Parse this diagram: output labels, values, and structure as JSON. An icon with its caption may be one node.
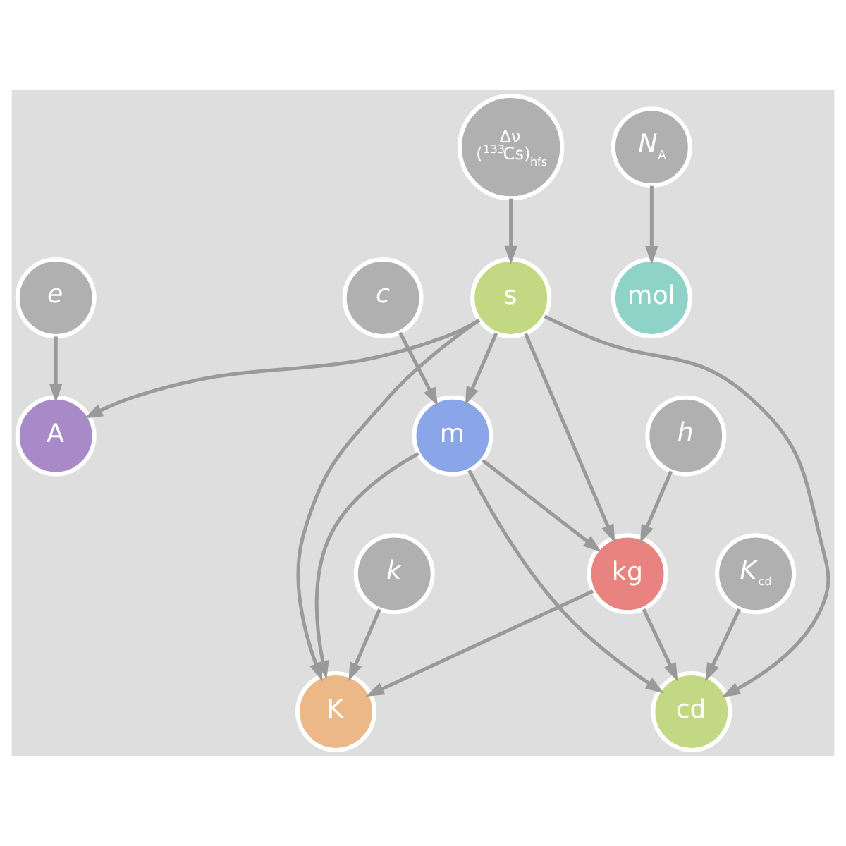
{
  "diagram": {
    "nodes": [
      {
        "text": [
          "Δν ($^{133}$Cs)$_{hfs}$"
        ]
      },
      {
        "text": [
          "e"
        ]
      },
      {
        "text": [
          "N$_{A}$"
        ]
      },
      {
        "text": [
          "s"
        ]
      },
      {
        "text": [
          "A"
        ]
      },
      {
        "text": [
          "mol"
        ]
      },
      {
        "text": [
          "m"
        ]
      },
      {
        "text": [
          "kg"
        ]
      },
      {
        "text": [
          "c"
        ]
      },
      {
        "text": [
          "h"
        ]
      },
      {
        "text": [
          "K"
        ]
      },
      {
        "text": [
          "cd"
        ]
      },
      {
        "text": [
          "k"
        ]
      },
      {
        "text": [
          "K$_{cd}$"
        ]
      }
    ],
    "edges": [
      {
        "from": 0,
        "to": 3,
        "arrow": "to"
      },
      {
        "from": 1,
        "to": 4,
        "arrow": "to"
      },
      {
        "from": 3,
        "to": 4,
        "arrow": "to"
      },
      {
        "from": 2,
        "to": 5,
        "arrow": "to"
      },
      {
        "from": 3,
        "to": 6,
        "arrow": "to"
      },
      {
        "from": 3,
        "to": 7,
        "arrow": "to"
      },
      {
        "from": 3,
        "to": 10,
        "arrow": "to"
      },
      {
        "from": 3,
        "to": 11,
        "arrow": "to"
      },
      {
        "from": 8,
        "to": 6,
        "arrow": "to"
      },
      {
        "from": 6,
        "to": 7,
        "arrow": "to"
      },
      {
        "from": 6,
        "to": 10,
        "arrow": "to"
      },
      {
        "from": 6,
        "to": 11,
        "arrow": "to"
      },
      {
        "from": 9,
        "to": 7,
        "arrow": "to"
      },
      {
        "from": 7,
        "to": 10,
        "arrow": "to"
      },
      {
        "from": 7,
        "to": 11,
        "arrow": "to"
      },
      {
        "from": 12,
        "to": 10,
        "arrow": "to"
      },
      {
        "from": 13,
        "to": 11,
        "arrow": "to"
      }
    ]
  }
}
